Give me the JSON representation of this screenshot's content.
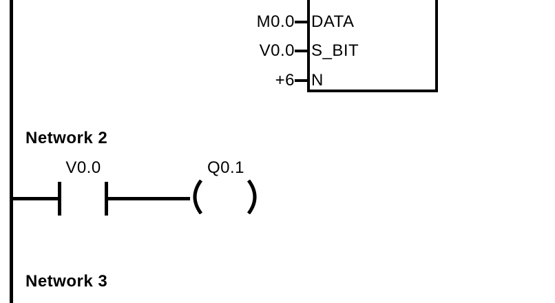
{
  "colors": {
    "line": "#000000",
    "background": "#ffffff"
  },
  "instruction_block": {
    "inputs": [
      {
        "operand": "M0.0",
        "param": "DATA"
      },
      {
        "operand": "V0.0",
        "param": "S_BIT"
      },
      {
        "operand": "+6",
        "param": "N"
      }
    ]
  },
  "networks": [
    {
      "label": "Network 2",
      "contact": {
        "operand": "V0.0",
        "type": "normally-open"
      },
      "coil": {
        "operand": "Q0.1"
      }
    },
    {
      "label": "Network 3"
    }
  ]
}
